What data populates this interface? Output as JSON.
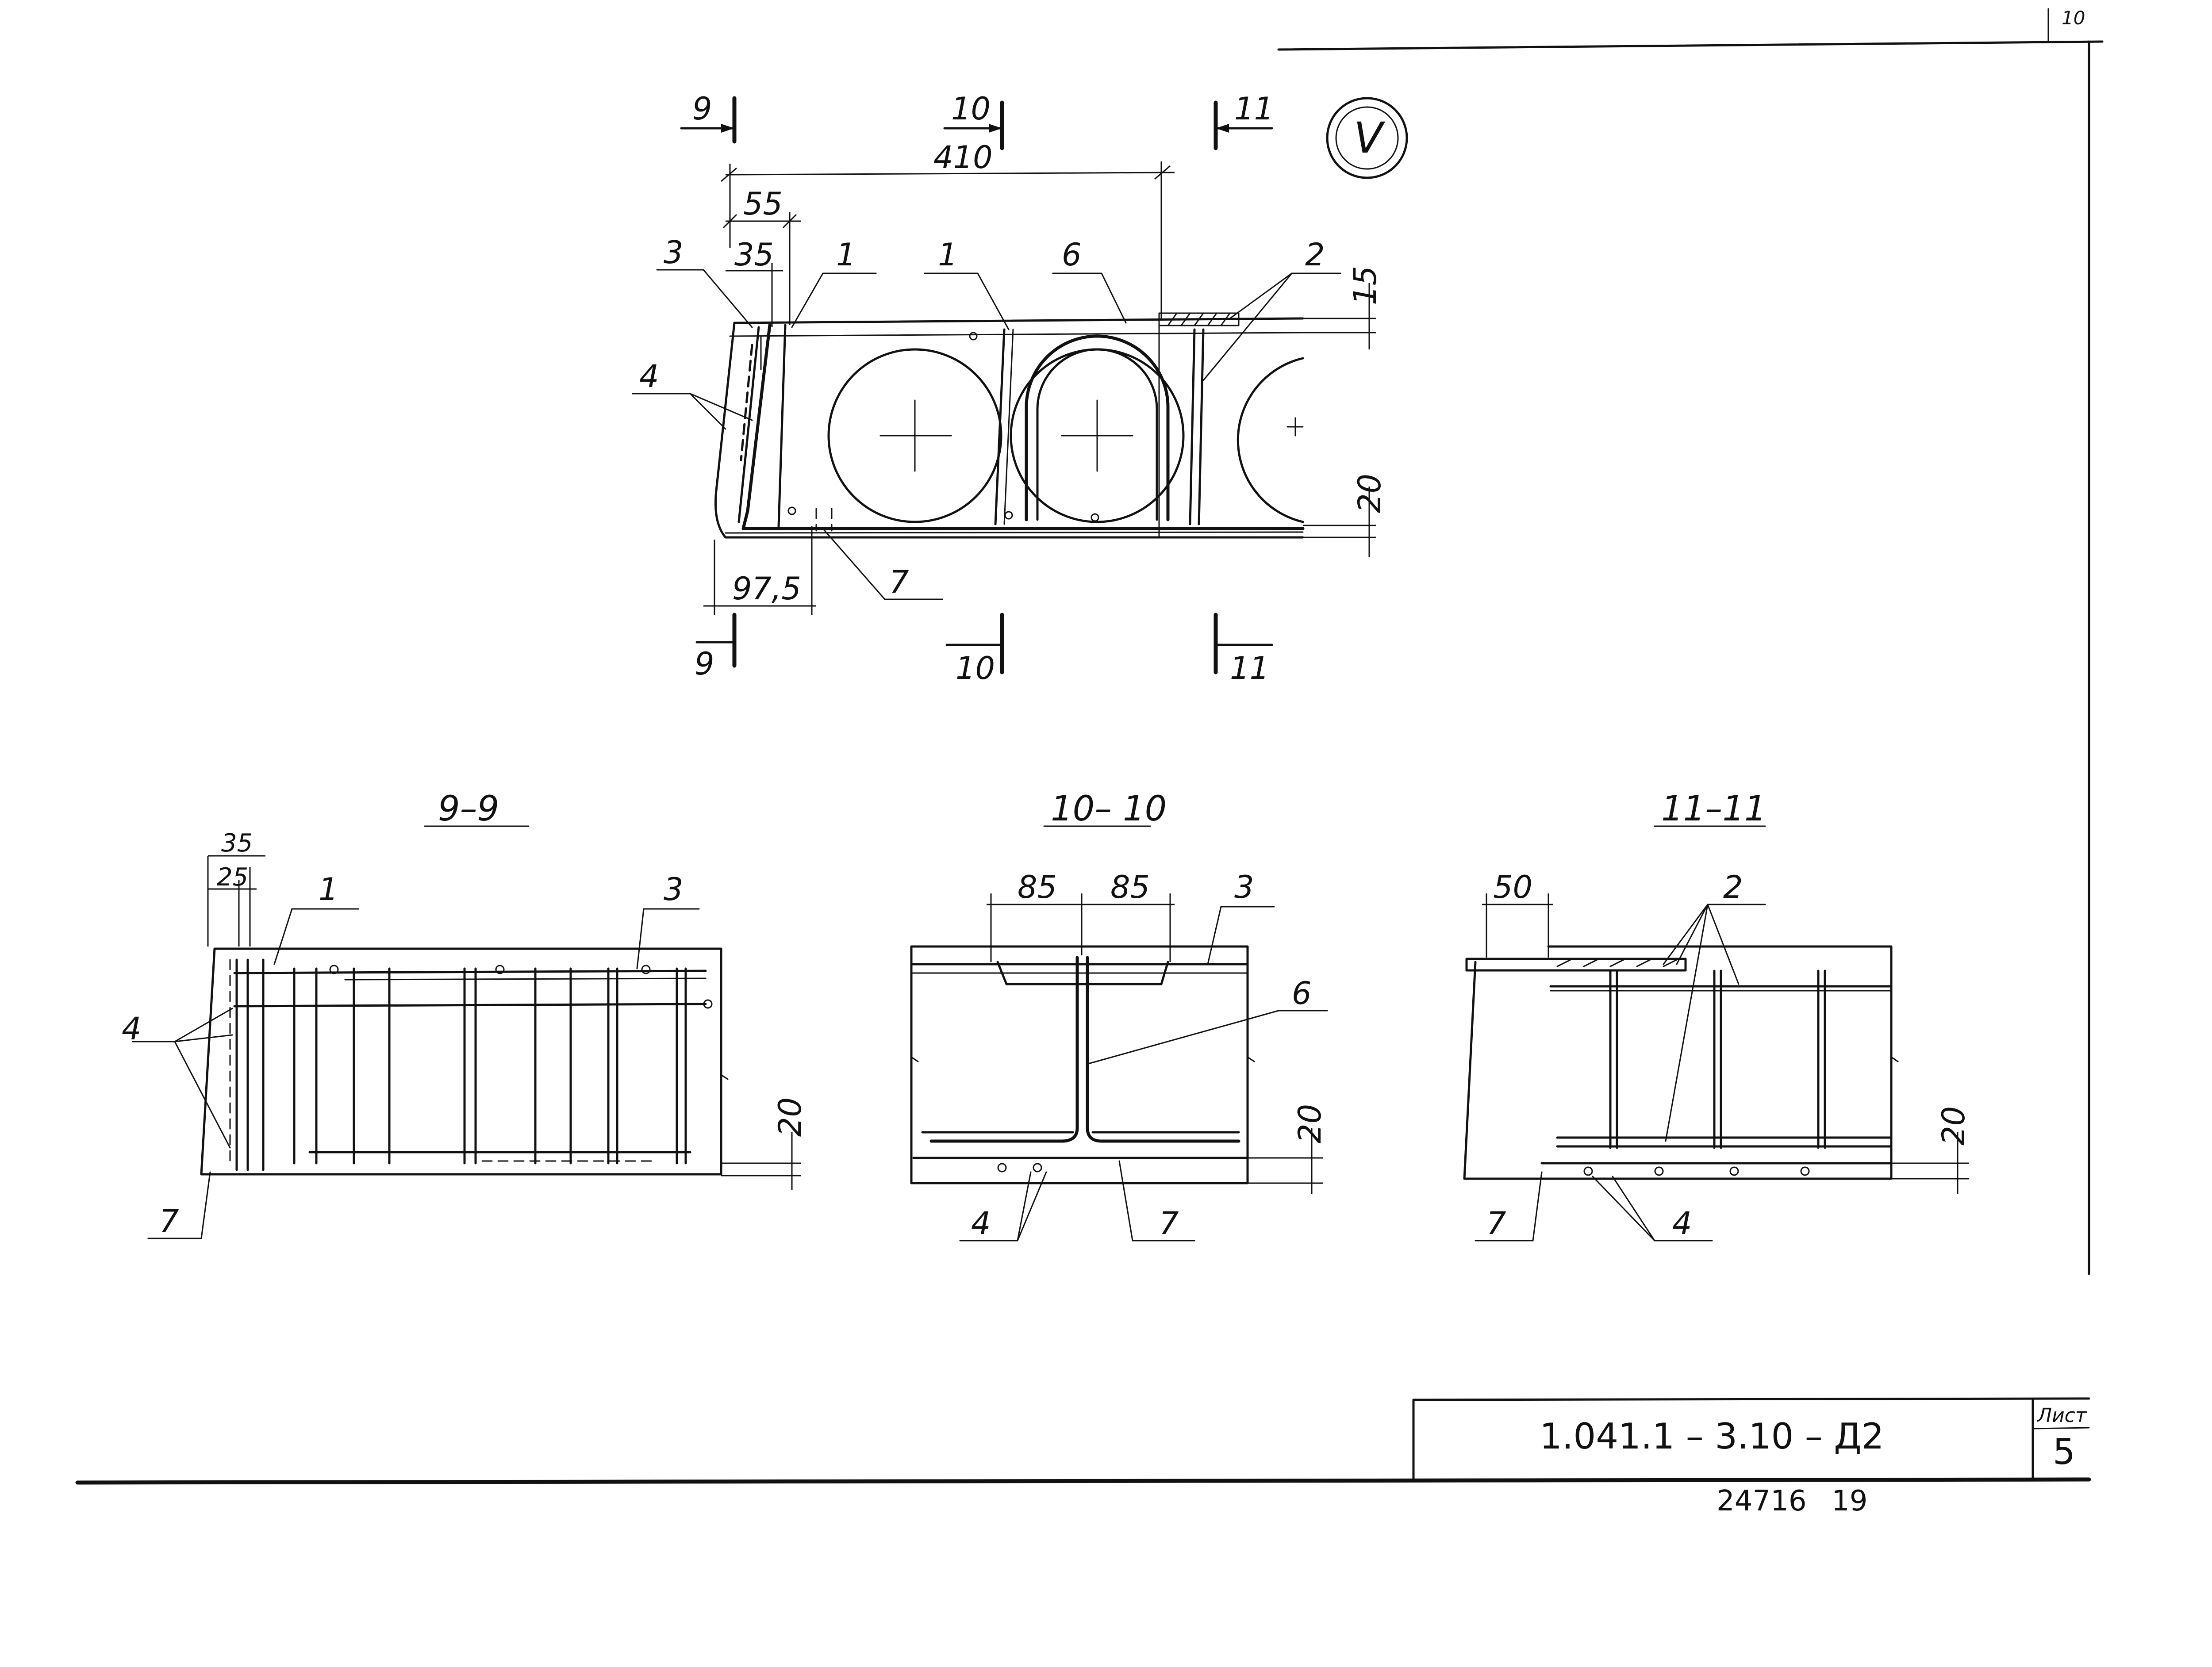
{
  "sheet": {
    "corner_number": "10",
    "sheet_label": "Лист",
    "sheet_number": "5",
    "drawing_code": "1.041.1 – 3.10 – Д2",
    "inventory_number": "24716",
    "inventory_suffix": "19"
  },
  "main_view": {
    "node_mark": "V",
    "cut_9": "9",
    "cut_10": "10",
    "cut_11": "11",
    "dim_410": "410",
    "dim_55": "55",
    "dim_35": "35",
    "dim_15": "15",
    "dim_20": "20",
    "dim_97_5": "97,5",
    "pos_1a": "1",
    "pos_1b": "1",
    "pos_2": "2",
    "pos_3": "3",
    "pos_4": "4",
    "pos_6": "6",
    "pos_7": "7"
  },
  "section_9": {
    "title": "9–9",
    "dim_35": "35",
    "dim_25": "25",
    "dim_20": "20",
    "pos_1": "1",
    "pos_3": "3",
    "pos_4": "4",
    "pos_7": "7"
  },
  "section_10": {
    "title": "10– 10",
    "dim_85a": "85",
    "dim_85b": "85",
    "dim_20": "20",
    "pos_3": "3",
    "pos_4": "4",
    "pos_6": "6",
    "pos_7": "7"
  },
  "section_11": {
    "title": "11–11",
    "dim_50": "50",
    "dim_20": "20",
    "pos_2": "2",
    "pos_4": "4",
    "pos_7": "7"
  }
}
